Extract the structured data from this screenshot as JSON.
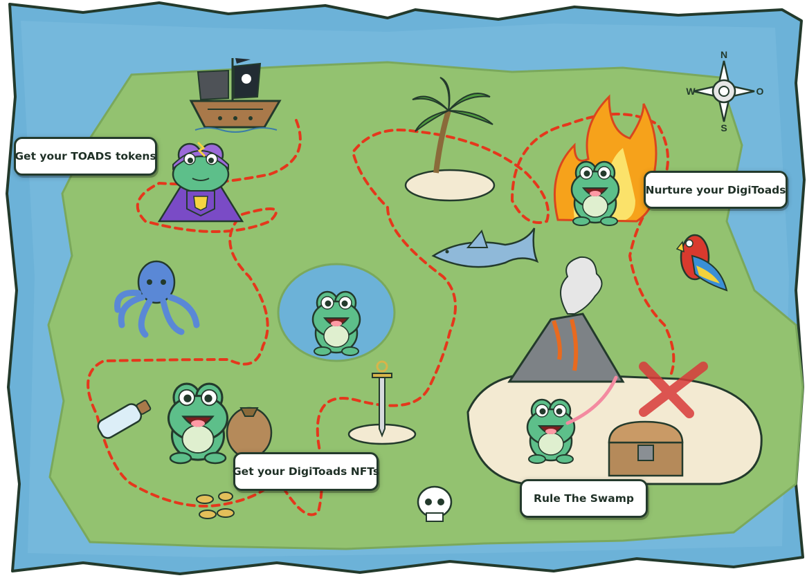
{
  "map": {
    "steps": [
      {
        "label": "Get your TOADS tokens"
      },
      {
        "label": "Nurture your DigiToads"
      },
      {
        "label": "Get your DigiToads NFTs"
      },
      {
        "label": "Rule The Swamp"
      }
    ],
    "compass": {
      "north": "N",
      "east": "O",
      "west": "W",
      "south": "S"
    }
  },
  "colors": {
    "ocean": "#6cb2d8",
    "land": "#93c270",
    "sand": "#f3ead2",
    "path": "#e5371c",
    "toad": "#5dbf8a",
    "outline": "#233a2c",
    "x_mark": "#d83a3a"
  }
}
